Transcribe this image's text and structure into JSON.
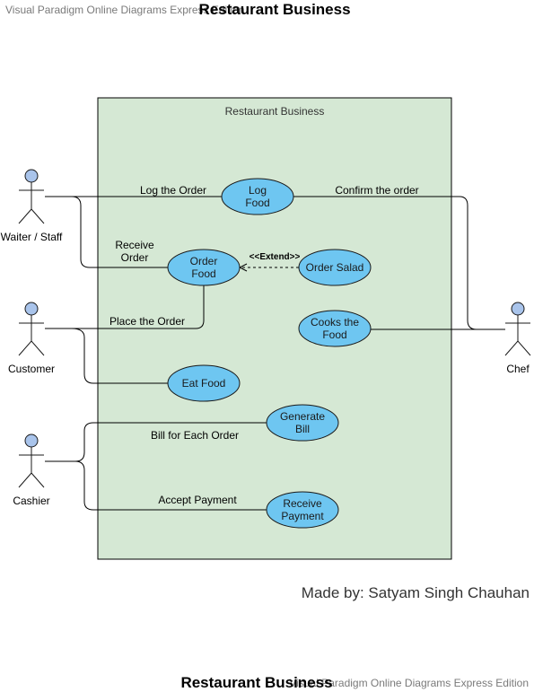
{
  "diagram": {
    "title_top": "Restaurant Business",
    "title_bottom": "Restaurant Business",
    "watermark_top": "Visual Paradigm Online Diagrams Express Edition",
    "watermark_bottom": "Visual Paradigm Online Diagrams Express Edition",
    "boundary_label": "Restaurant Business",
    "credit": "Made by: Satyam Singh Chauhan",
    "boundary_color": "#d5e8d4"
  },
  "actors": {
    "waiter": "Waiter / Staff",
    "customer": "Customer",
    "cashier": "Cashier",
    "chef": "Chef"
  },
  "use_cases": {
    "log_food": [
      "Log",
      "Food"
    ],
    "order_food": [
      "Order",
      "Food"
    ],
    "order_salad": [
      "Order Salad"
    ],
    "cooks_food": [
      "Cooks the",
      "Food"
    ],
    "eat_food": [
      "Eat Food"
    ],
    "generate_bill": [
      "Generate",
      "Bill"
    ],
    "receive_payment": [
      "Receive",
      "Payment"
    ]
  },
  "edge_labels": {
    "log_order": "Log the Order",
    "confirm_order": "Confirm the order",
    "receive_order": [
      "Receive",
      "Order"
    ],
    "extend": "<<Extend>>",
    "place_order": "Place the Order",
    "bill_each": "Bill for Each Order",
    "accept_payment": "Accept Payment"
  }
}
